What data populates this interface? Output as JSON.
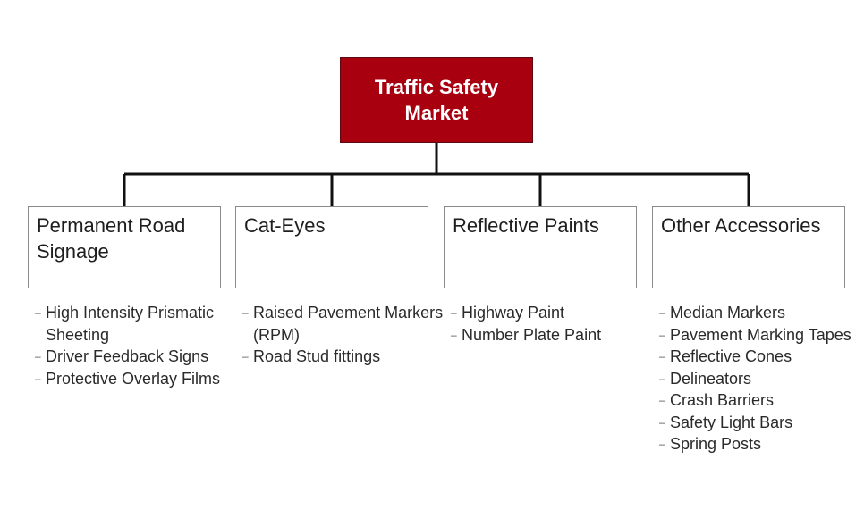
{
  "root": {
    "label": "Traffic Safety Market"
  },
  "colors": {
    "root_fill": "#a8000e",
    "connector": "#111111",
    "box_border": "#8a8a8a"
  },
  "categories": [
    {
      "title": "Permanent Road Signage",
      "items": [
        "High Intensity Prismatic Sheeting",
        "Driver Feedback Signs",
        "Protective Overlay Films"
      ]
    },
    {
      "title": "Cat-Eyes",
      "items": [
        "Raised Pavement Markers (RPM)",
        "Road Stud fittings"
      ]
    },
    {
      "title": "Reflective Paints",
      "items": [
        "Highway Paint",
        "Number Plate Paint"
      ]
    },
    {
      "title": "Other Accessories",
      "items": [
        "Median Markers",
        "Pavement Marking Tapes",
        "Reflective Cones",
        "Delineators",
        "Crash Barriers",
        "Safety Light Bars",
        "Spring Posts"
      ]
    }
  ]
}
